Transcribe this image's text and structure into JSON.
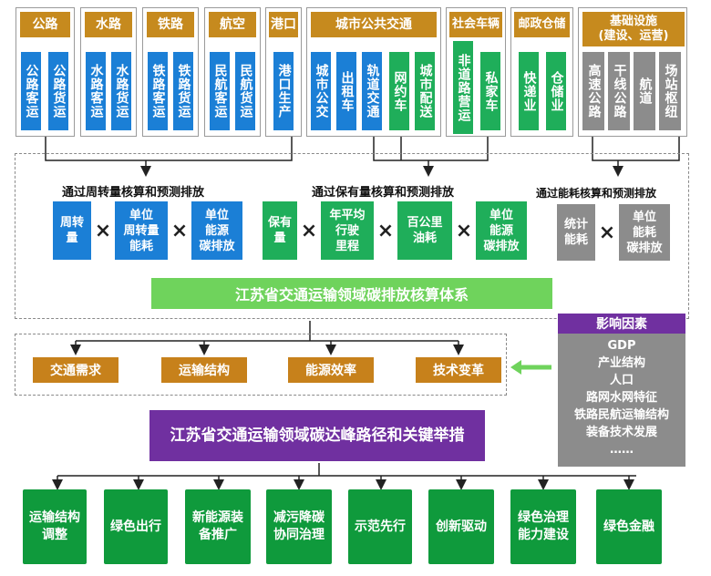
{
  "categories": [
    {
      "header": "公路",
      "leaves": [
        "公路客运",
        "公路货运"
      ]
    },
    {
      "header": "水路",
      "leaves": [
        "水路客运",
        "水路货运"
      ]
    },
    {
      "header": "铁路",
      "leaves": [
        "铁路客运",
        "铁路货运"
      ]
    },
    {
      "header": "航空",
      "leaves": [
        "民航客运",
        "民航货运"
      ]
    },
    {
      "header": "港口",
      "leaves": [
        "港口生产"
      ]
    },
    {
      "header": "城市公共交通",
      "leaves": [
        "城市公交",
        "出租车",
        "轨道交通",
        "网约车",
        "城市配送"
      ]
    },
    {
      "header": "社会车辆",
      "leaves": [
        "非道路营运",
        "私家车"
      ]
    },
    {
      "header": "邮政仓储",
      "leaves": [
        "快递业",
        "仓储业"
      ]
    },
    {
      "header": "基础设施\n(建设、运营)",
      "leaves": [
        "高速公路",
        "干线公路",
        "航道",
        "场站枢纽"
      ]
    }
  ],
  "groups": [
    {
      "title": "通过周转量核算和预测排放",
      "items": [
        "周转\n量",
        "单位\n周转量\n能耗",
        "单位\n能源\n碳排放"
      ]
    },
    {
      "title": "通过保有量核算和预测排放",
      "items": [
        "保有\n量",
        "年平均\n行驶\n里程",
        "百公里\n油耗",
        "单位\n能源\n碳排放"
      ]
    },
    {
      "title": "通过能耗核算和预测排放",
      "items": [
        "统计\n能耗",
        "单位\n能耗\n碳排放"
      ]
    }
  ],
  "operator": "×",
  "system_title": "江苏省交通运输领域碳排放核算体系",
  "drivers": [
    "交通需求",
    "运输结构",
    "能源效率",
    "技术变革"
  ],
  "factors": {
    "title": "影响因素",
    "items": [
      "GDP",
      "产业结构",
      "人口",
      "路网水网特征",
      "铁路民航运输结构",
      "装备技术发展",
      "……"
    ]
  },
  "pathway_title": "江苏省交通运输领域碳达峰路径和关键举措",
  "measures": [
    "运输结构\n调整",
    "绿色出行",
    "新能源装\n备推广",
    "减污降碳\n协同治理",
    "示范先行",
    "创新驱动",
    "绿色治理\n能力建设",
    "绿色金融"
  ],
  "colors": {
    "blue": "#1b7fd6",
    "green": "#1fae5a",
    "gray": "#8c8c8c",
    "header": "#c68a1e",
    "purple": "#7030a0",
    "system": "#6fd35c",
    "measure": "#0f9a3c",
    "driver": "#c7811b"
  }
}
